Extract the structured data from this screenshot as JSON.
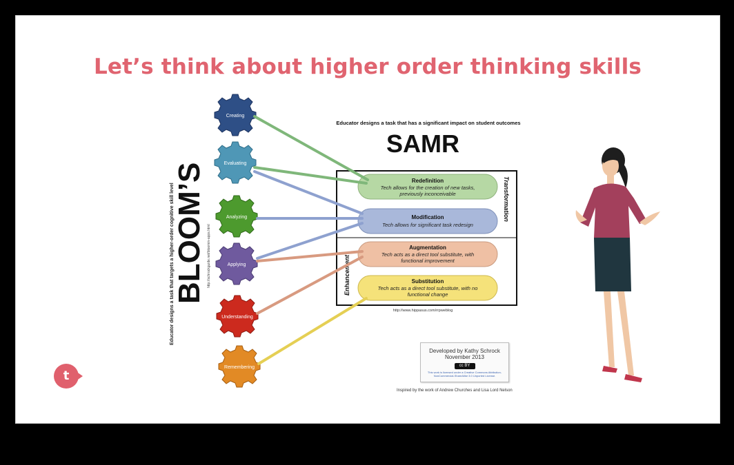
{
  "slide": {
    "title": "Let’s think about higher order thinking skills"
  },
  "blooms": {
    "heading": "BLOOM’S",
    "side_caption": "Educator designs a task that targets a higher-order cognitive skill level",
    "url": "http://schrockguide.net/bloomin-apps.html",
    "gears": [
      {
        "label": "Creating",
        "color": "#2e4f86"
      },
      {
        "label": "Evaluating",
        "color": "#4f97b6"
      },
      {
        "label": "Analyzing",
        "color": "#4d9a2e"
      },
      {
        "label": "Applying",
        "color": "#6f5a9e"
      },
      {
        "label": "Understanding",
        "color": "#cc2a1e"
      },
      {
        "label": "Remembering",
        "color": "#e28a25"
      }
    ]
  },
  "samr": {
    "top_caption": "Educator designs a task that has a significant impact on student outcomes",
    "heading": "SAMR",
    "transformation_label": "Transformation",
    "enhancement_label": "Enhancement",
    "url": "http://www.hippasus.com/rrpweblog",
    "levels": [
      {
        "title": "Redefinition",
        "desc1": "Tech allows for the creation of new tasks,",
        "desc2": "previously inconceivable",
        "color": "#b6d8a4"
      },
      {
        "title": "Modification",
        "desc1": "Tech allows for significant task redesign",
        "desc2": "",
        "color": "#a9b8da"
      },
      {
        "title": "Augmentation",
        "desc1": "Tech acts as a direct tool substitute, with",
        "desc2": "functional improvement",
        "color": "#efc0a4"
      },
      {
        "title": "Substitution",
        "desc1": "Tech acts as a direct tool substitute, with no",
        "desc2": "functional change",
        "color": "#f5e27a"
      }
    ]
  },
  "credit": {
    "line1": "Developed by Kathy Schrock",
    "line2": "November 2013",
    "badge": "cc BY",
    "license_text": "This work is licensed under a Creative Commons Attribution-NonCommercial-ShareAlike 3.0 Unported License.",
    "inspired": "Inspired by the work of Andrew Churches and Lisa Lord Nelson"
  },
  "logo": {
    "letter": "t",
    "color": "#e0606d"
  }
}
